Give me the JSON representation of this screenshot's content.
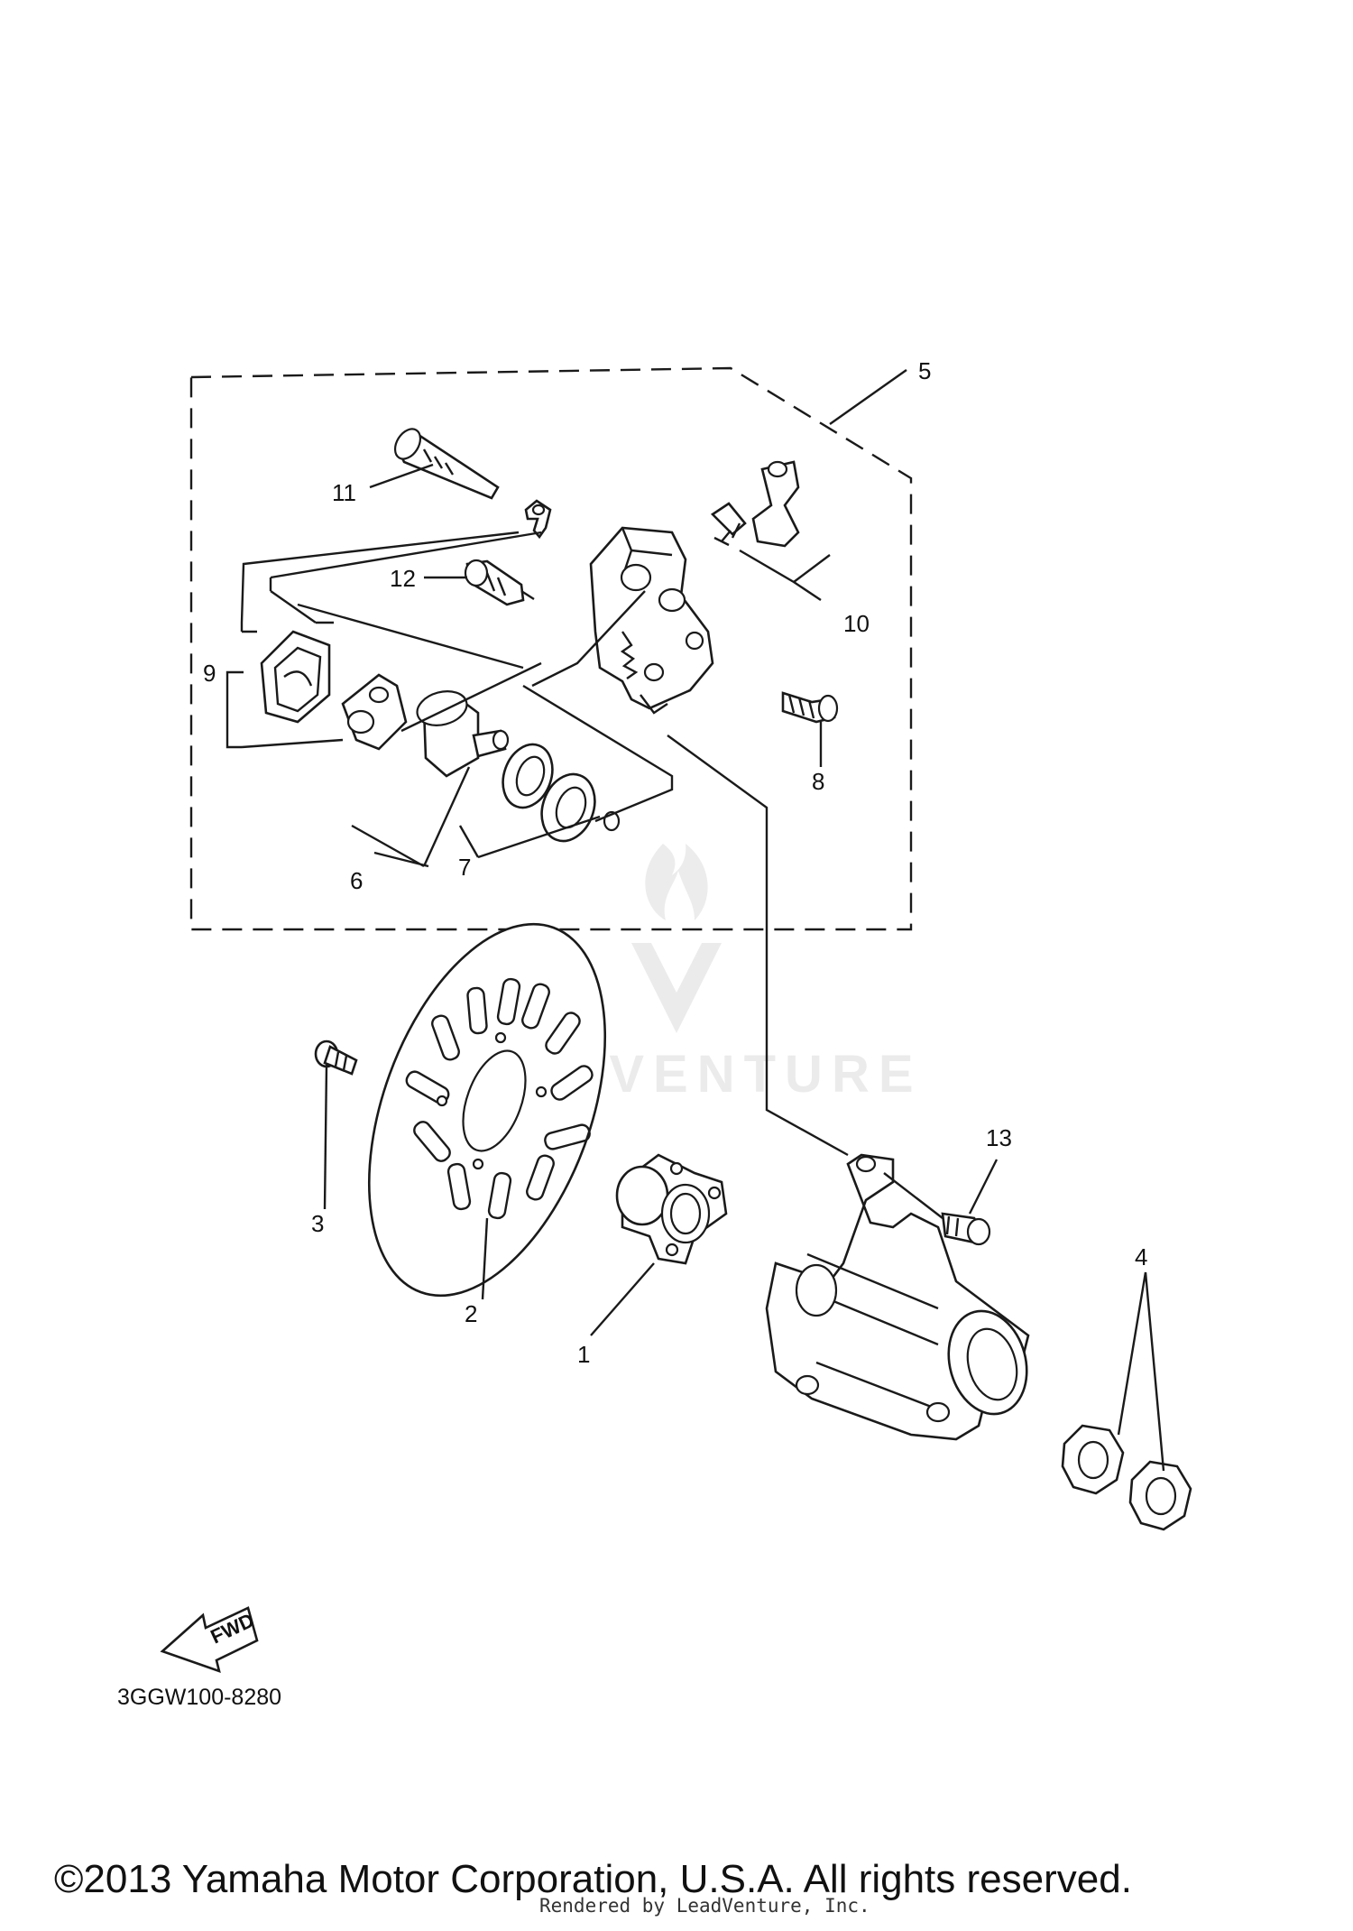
{
  "callouts": [
    {
      "id": "1",
      "text": "1"
    },
    {
      "id": "2",
      "text": "2"
    },
    {
      "id": "3",
      "text": "3"
    },
    {
      "id": "4",
      "text": "4"
    },
    {
      "id": "5",
      "text": "5"
    },
    {
      "id": "6",
      "text": "6"
    },
    {
      "id": "7",
      "text": "7"
    },
    {
      "id": "8",
      "text": "8"
    },
    {
      "id": "9",
      "text": "9"
    },
    {
      "id": "10",
      "text": "10"
    },
    {
      "id": "11",
      "text": "11"
    },
    {
      "id": "12",
      "text": "12"
    },
    {
      "id": "13",
      "text": "13"
    }
  ],
  "fwd_label": "FWD",
  "diagram_code": "3GGW100-8280",
  "watermark": "LEADVENTURE",
  "copyright": "©2013 Yamaha Motor Corporation, U.S.A. All rights reserved.",
  "rendered_by": "Rendered by LeadVenture, Inc."
}
